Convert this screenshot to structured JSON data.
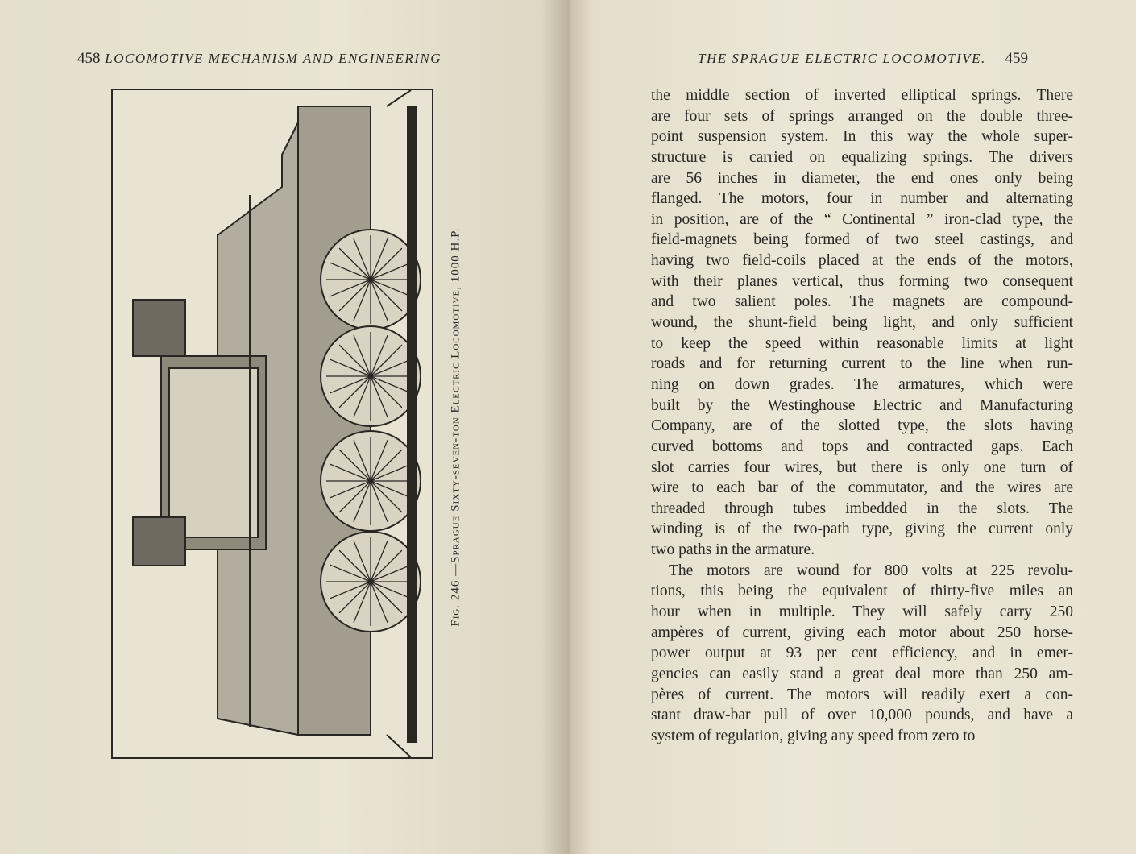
{
  "left_page": {
    "page_number": "458",
    "running_head": "LOCOMOTIVE MECHANISM AND ENGINEERING",
    "figure_caption": "Fig. 246.—Sprague Sixty-seven-ton Electric Locomotive, 1000 H.P."
  },
  "right_page": {
    "page_number": "459",
    "running_head": "THE SPRAGUE ELECTRIC LOCOMOTIVE.",
    "lines": [
      "the middle section of inverted elliptical springs.  There",
      "are four sets of springs arranged on the double three-",
      "point suspension system.  In this way the whole super-",
      "structure is carried on equalizing springs.  The drivers",
      "are 56 inches in diameter, the end ones only being",
      "flanged.  The motors, four in number and alternating",
      "in position, are of the “ Continental ” iron-clad type, the",
      "field-magnets being formed of two steel castings, and",
      "having two field-coils placed at the ends of the motors,",
      "with their planes vertical, thus forming two consequent",
      "and two salient poles.  The magnets are compound-",
      "wound, the shunt-field being light, and only sufficient",
      "to keep the speed within reasonable limits at light",
      "roads and for returning current to the line when run-",
      "ning on down grades.  The armatures, which were",
      "built by the Westinghouse Electric and Manufacturing",
      "Company, are of the slotted type, the slots having",
      "curved bottoms and tops and contracted gaps.  Each",
      "slot carries four wires, but there is only one turn of",
      "wire to each bar of the commutator, and the wires are",
      "threaded through tubes imbedded in the slots.  The",
      "winding is of the two-path type, giving the current only",
      "two paths in the armature.",
      "The motors are wound for 800 volts at 225 revolu-",
      "tions, this being the equivalent of thirty-five miles an",
      "hour when in multiple.  They will safely carry 250",
      "ampères of current, giving each motor about 250 horse-",
      "power output at 93 per cent efficiency, and in emer-",
      "gencies can easily stand a great deal more than 250 am-",
      "pères of current.  The motors will readily exert a con-",
      "stant draw-bar pull of over 10,000 pounds, and have a",
      "system of regulation, giving any speed from zero to"
    ]
  }
}
